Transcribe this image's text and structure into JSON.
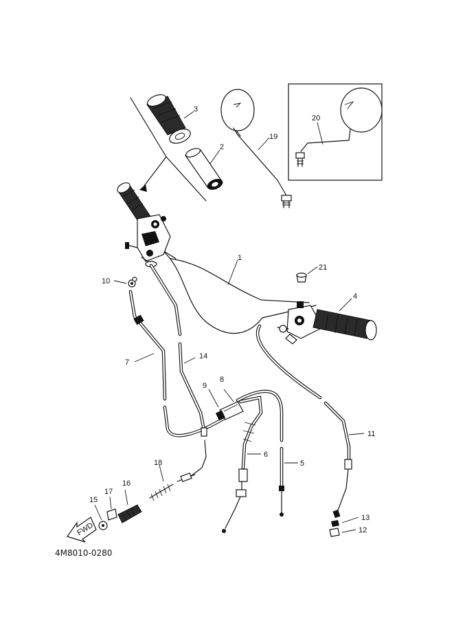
{
  "diagram": {
    "labels": {
      "p1": "1",
      "p2": "2",
      "p3": "3",
      "p4": "4",
      "p5": "5",
      "p6": "6",
      "p7": "7",
      "p8": "8",
      "p9": "9",
      "p10": "10",
      "p11": "11",
      "p12": "12",
      "p13": "13",
      "p14": "14",
      "p15": "15",
      "p16": "16",
      "p17": "17",
      "p18": "18",
      "p19": "19",
      "p20": "20",
      "p21": "21"
    },
    "fwd_arrow_text": "FWD",
    "code": "4M8010-0280"
  }
}
